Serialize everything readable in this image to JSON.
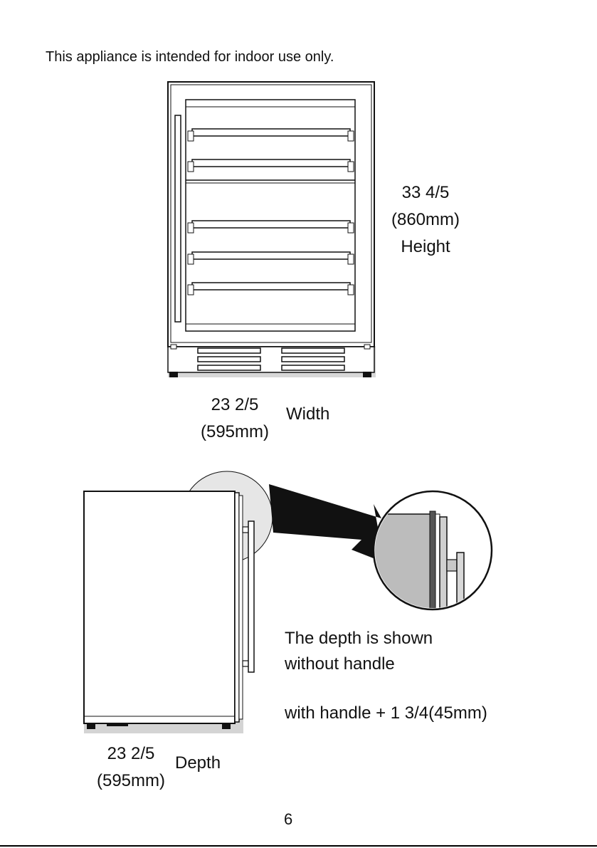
{
  "page": {
    "intro": "This appliance is intended for indoor use only.",
    "page_number": "6"
  },
  "front_view": {
    "height_value": "33 4/5",
    "height_metric": "(860mm)",
    "height_label": "Height",
    "width_value": "23 2/5",
    "width_metric": "(595mm)",
    "width_label": "Width",
    "shelves": 5
  },
  "side_view": {
    "depth_value": "23 2/5",
    "depth_metric": "(595mm)",
    "depth_label": "Depth",
    "note_line1": "The depth is shown",
    "note_line2": "without handle",
    "note_line3": "with handle + 1 3/4(45mm)"
  },
  "colors": {
    "line": "#111111",
    "panel_gray": "#c8c8c8",
    "zoom_gray": "#bcbcbc",
    "light_gray": "#e6e6e6"
  }
}
